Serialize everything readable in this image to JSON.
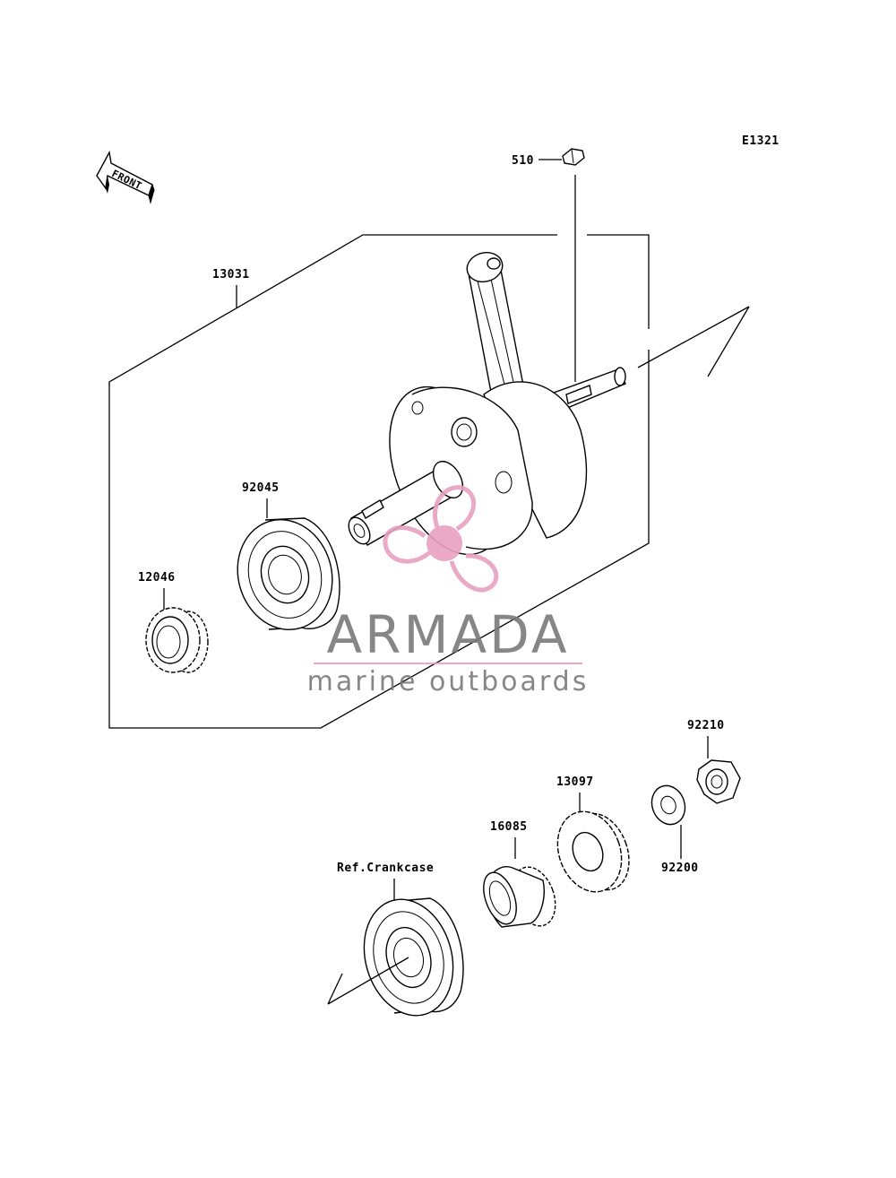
{
  "diagram": {
    "code": "E1321",
    "front_label": "FRONT",
    "parts": {
      "p510": "510",
      "p13031": "13031",
      "p92045": "92045",
      "p12046": "12046",
      "p92210": "92210",
      "p13097": "13097",
      "p16085": "16085",
      "p92200": "92200",
      "ref_crankcase": "Ref.Crankcase"
    }
  },
  "watermark": {
    "brand": "ARMADA",
    "tagline": "marine outboards",
    "brand_color": "#7a7a7a",
    "accent_color": "#e8a0c0"
  }
}
